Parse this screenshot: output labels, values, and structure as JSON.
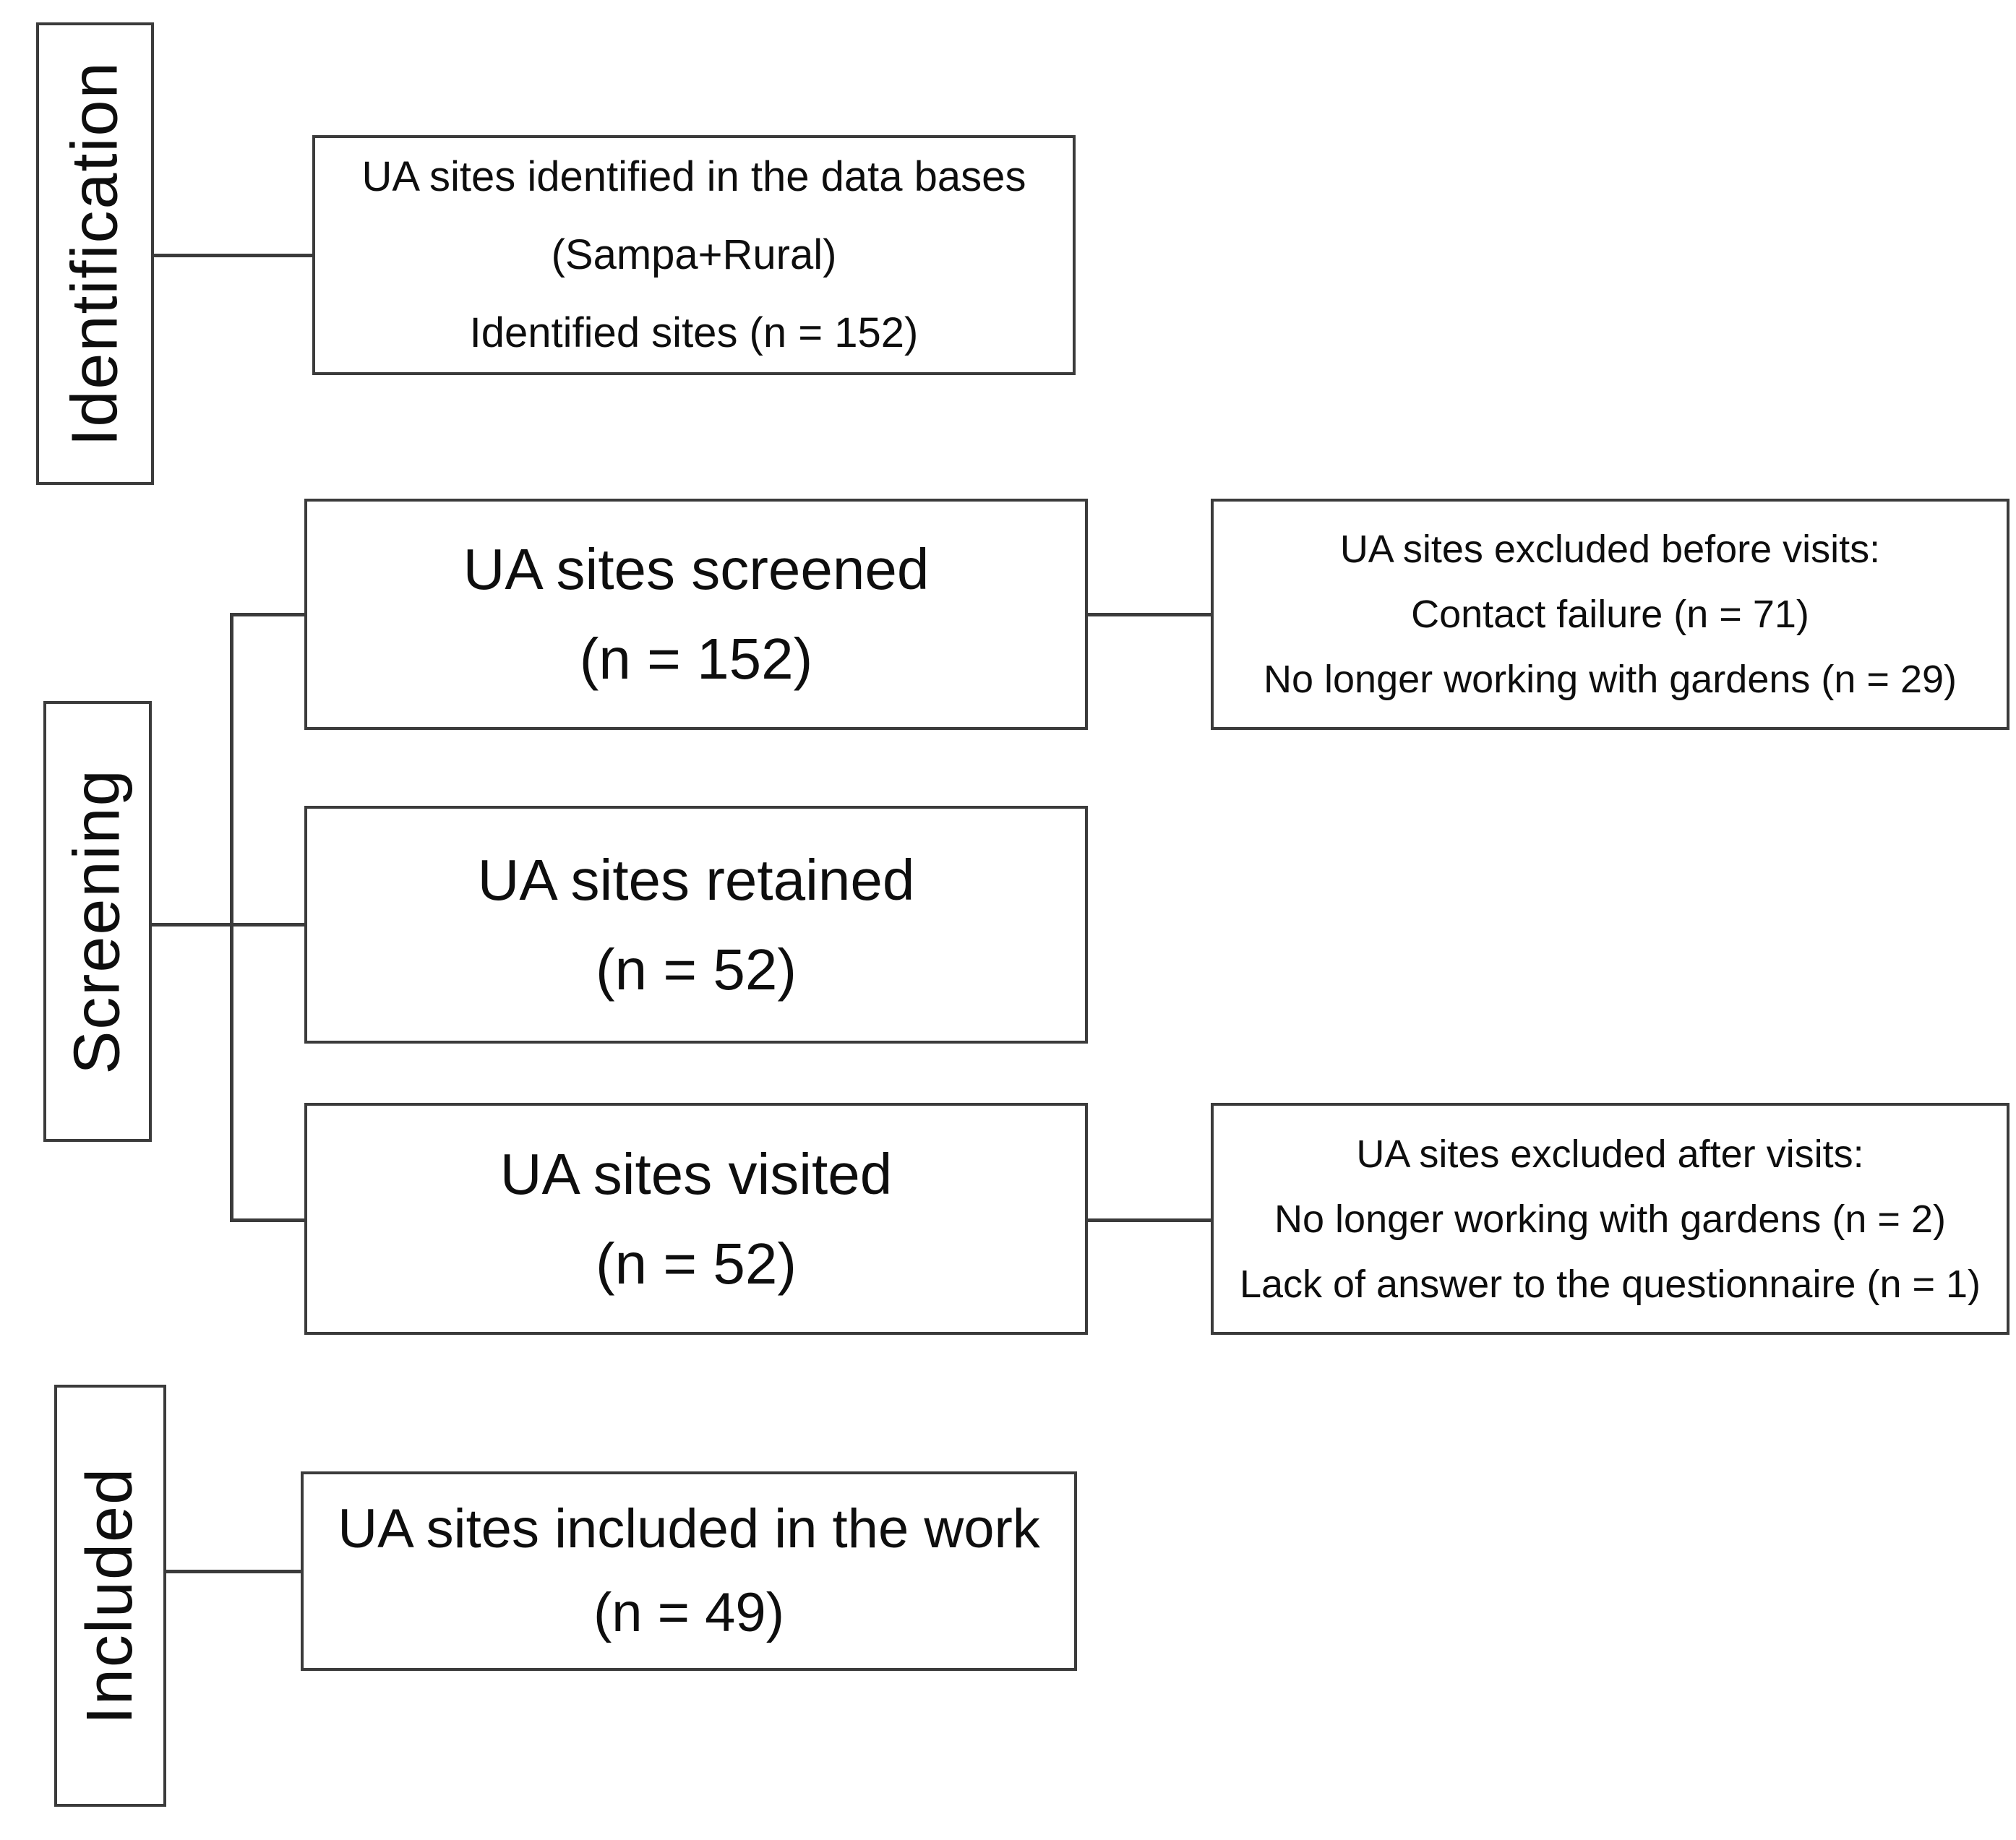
{
  "figure": {
    "type": "flow-diagram",
    "stages": [
      {
        "label": "Identification"
      },
      {
        "label": "Screening"
      },
      {
        "label": "Included"
      }
    ],
    "boxes": {
      "identified": {
        "lines": [
          "UA sites identified in the data bases",
          "(Sampa+Rural)",
          "Identified sites (n = 152)"
        ]
      },
      "screened": {
        "lines": [
          "UA sites screened",
          "(n = 152)"
        ]
      },
      "excluded_before": {
        "lines": [
          "UA sites excluded before visits:",
          "Contact failure (n = 71)",
          "No longer working with gardens (n = 29)"
        ]
      },
      "retained": {
        "lines": [
          "UA sites retained",
          "(n = 52)"
        ]
      },
      "visited": {
        "lines": [
          "UA sites visited",
          "(n = 52)"
        ]
      },
      "excluded_after": {
        "lines": [
          "UA sites excluded after visits:",
          "No longer working with gardens (n = 2)",
          "Lack of answer to the questionnaire (n = 1)"
        ]
      },
      "included_work": {
        "lines": [
          "UA sites included in the work",
          "(n = 49)"
        ]
      }
    },
    "colors": {
      "background": "#ffffff",
      "border": "#3b3b3b",
      "connector": "#3b3b3b",
      "text": "#0e0e0e"
    }
  }
}
